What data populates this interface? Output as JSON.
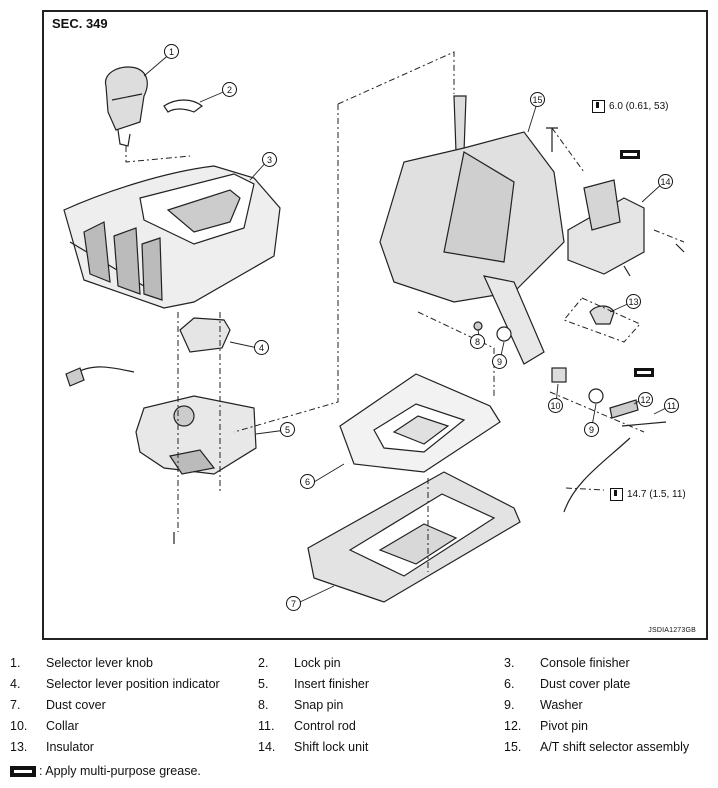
{
  "diagram": {
    "section_label": "SEC. 349",
    "figure_code": "JSDIA1273GB",
    "torque_specs": [
      {
        "id": "torque-bolt-top",
        "value": "6.0 (0.61, 53)"
      },
      {
        "id": "torque-control-rod-nut",
        "value": "14.7 (1.5, 11)"
      }
    ],
    "callouts": [
      "1",
      "2",
      "3",
      "4",
      "5",
      "6",
      "7",
      "8",
      "9",
      "10",
      "9",
      "11",
      "12",
      "13",
      "14",
      "15"
    ]
  },
  "legend": {
    "rows": [
      [
        {
          "num": "1.",
          "name": "Selector lever knob"
        },
        {
          "num": "2.",
          "name": "Lock pin"
        },
        {
          "num": "3.",
          "name": "Console finisher"
        }
      ],
      [
        {
          "num": "4.",
          "name": "Selector lever position indicator"
        },
        {
          "num": "5.",
          "name": "Insert finisher"
        },
        {
          "num": "6.",
          "name": "Dust cover plate"
        }
      ],
      [
        {
          "num": "7.",
          "name": "Dust cover"
        },
        {
          "num": "8.",
          "name": "Snap pin"
        },
        {
          "num": "9.",
          "name": "Washer"
        }
      ],
      [
        {
          "num": "10.",
          "name": "Collar"
        },
        {
          "num": "11.",
          "name": "Control rod"
        },
        {
          "num": "12.",
          "name": "Pivot pin"
        }
      ],
      [
        {
          "num": "13.",
          "name": "Insulator"
        },
        {
          "num": "14.",
          "name": "Shift lock unit"
        },
        {
          "num": "15.",
          "name": "A/T shift selector assembly"
        }
      ]
    ],
    "grease_note": ": Apply multi-purpose grease."
  }
}
